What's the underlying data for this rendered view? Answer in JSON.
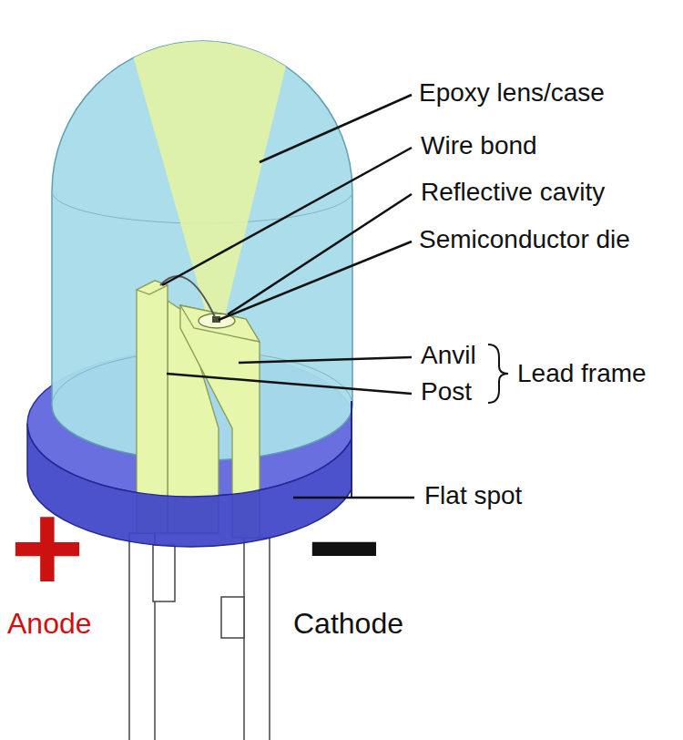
{
  "diagram": {
    "labels": [
      "Epoxy lens/case",
      "Wire bond",
      "Reflective cavity",
      "Semiconductor die",
      "Anvil",
      "Post",
      "Lead frame",
      "Flat spot",
      "+",
      "Anode",
      "−",
      "Cathode"
    ]
  }
}
